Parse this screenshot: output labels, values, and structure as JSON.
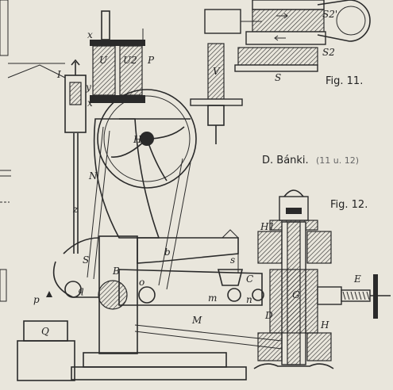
{
  "figures": {
    "fig11_caption": "Fig. 11.",
    "fig12_caption": "Fig. 12.",
    "author": "D. Bánki.",
    "author_ref": "(11 u. 12)"
  },
  "labels": {
    "x1": "x",
    "U": "U",
    "U2": "U2",
    "P": "P",
    "V": "V",
    "I": "I",
    "y": "y",
    "x2": "x",
    "H_fly": "H",
    "N": "N",
    "z": "z",
    "S": "S",
    "B": "B",
    "b": "b",
    "s": "s",
    "o": "o",
    "C": "C",
    "m": "m",
    "n": "n",
    "q": "q",
    "p": "p",
    "Q": "Q",
    "M": "M",
    "S2p": "S2'",
    "S2": "S2",
    "S_fig11": "S",
    "H1": "H1",
    "G": "G",
    "E": "E",
    "D": "D",
    "H2": "H"
  }
}
